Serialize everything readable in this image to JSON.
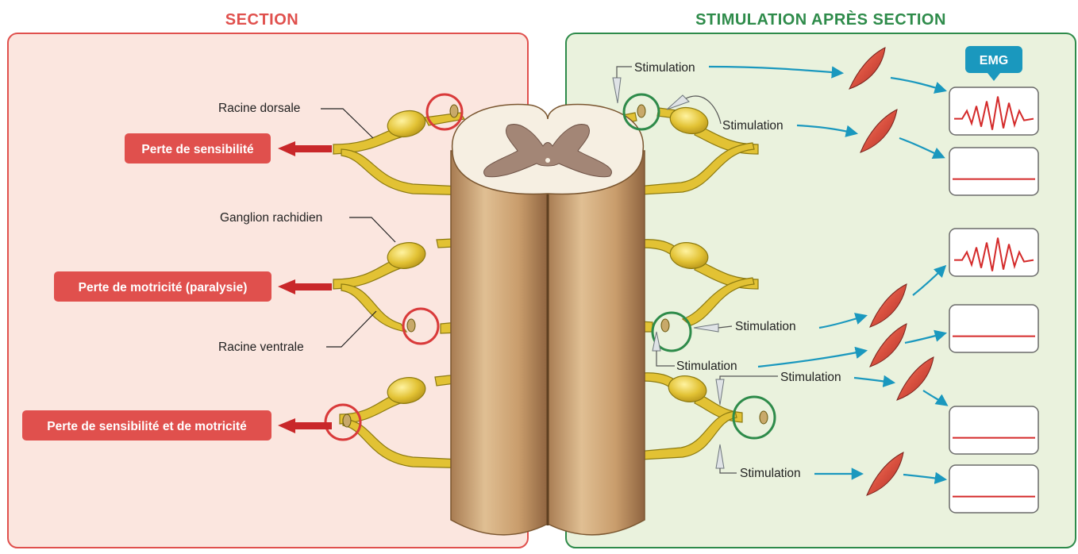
{
  "panels": {
    "section": {
      "title": "SECTION",
      "color": "#e0504d"
    },
    "stimulation": {
      "title": "STIMULATION APRÈS SECTION",
      "color": "#2e8b4a"
    }
  },
  "labels": {
    "dorsal_root": "Racine dorsale",
    "ganglion": "Ganglion rachidien",
    "ventral_root": "Racine ventrale"
  },
  "effects": [
    {
      "text": "Perte de sensibilité"
    },
    {
      "text": "Perte de motricité (paralysie)"
    },
    {
      "text": "Perte de sensibilité et de motricité"
    }
  ],
  "stimulation_label": "Stimulation",
  "emg": {
    "title": "EMG",
    "traces": [
      {
        "response": "active"
      },
      {
        "response": "flat"
      },
      {
        "response": "active"
      },
      {
        "response": "flat"
      },
      {
        "response": "flat"
      },
      {
        "response": "flat"
      }
    ]
  },
  "colors": {
    "section_accent": "#e0504d",
    "stim_accent": "#2e8b4a",
    "nerve": "#e2c234",
    "cord": "#c9a47b",
    "arrow_blue": "#1a98be",
    "emg_trace": "#d42a2a",
    "muscle": "#d9503f"
  }
}
